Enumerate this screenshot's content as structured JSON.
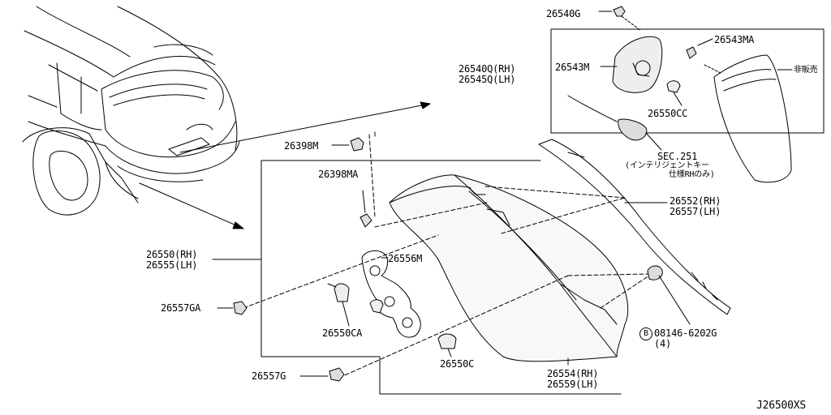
{
  "labels": {
    "p26540G": "26540G",
    "p26543MA": "26543MA",
    "p26540Q": "26540Q(RH)",
    "p26545Q": "26545Q(LH)",
    "p26543M": "26543M",
    "not_sold": "非販売",
    "p26550CC": "26550CC",
    "sec251": "SEC.251",
    "sec251_note1": "(インテリジェントキー",
    "sec251_note2": "仕様RHのみ)",
    "p26398M": "26398M",
    "p26398MA": "26398MA",
    "p26552": "26552(RH)",
    "p26557": "26557(LH)",
    "p26550": "26550(RH)",
    "p26555": "26555(LH)",
    "p26556M": "26556M",
    "p26557GA": "26557GA",
    "p26550CA": "26550CA",
    "bolt_marker": "B",
    "p08146": "08146-6202G",
    "bolt_qty": "(4)",
    "p26550C": "26550C",
    "p26554": "26554(RH)",
    "p26559": "26559(LH)",
    "p26557G": "26557G",
    "diagram_ref": "J26500XS"
  },
  "icons": {
    "vehicle": "car-rear-icon",
    "lamp": "tail-lamp-icon",
    "bulb": "bulb-icon",
    "clip": "clip-icon",
    "bolt": "bolt-icon",
    "socket": "socket-icon"
  }
}
